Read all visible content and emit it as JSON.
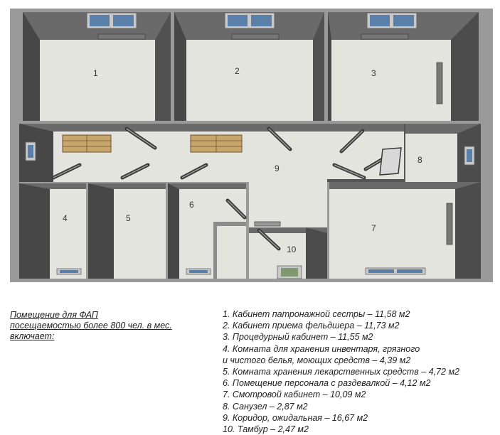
{
  "rooms": [
    {
      "number": "1"
    },
    {
      "number": "2"
    },
    {
      "number": "3"
    },
    {
      "number": "4"
    },
    {
      "number": "5"
    },
    {
      "number": "6"
    },
    {
      "number": "7"
    },
    {
      "number": "8"
    },
    {
      "number": "9"
    },
    {
      "number": "10"
    }
  ],
  "caption": {
    "line1": "Помещение для ФАП",
    "line2": "посещаемостью более 800 чел. в мес.",
    "line3": "включает:"
  },
  "legend": [
    {
      "lines": [
        "1. Кабинет патронажной сестры – 11,58 м2"
      ]
    },
    {
      "lines": [
        "2. Кабинет приема фельдшера – 11,73 м2"
      ]
    },
    {
      "lines": [
        "3. Процедурный кабинет – 11,55 м2"
      ]
    },
    {
      "lines": [
        "4. Комната для хранения инвентаря, грязного",
        "и чистого белья, моющих средств – 4,39 м2"
      ]
    },
    {
      "lines": [
        "5. Комната хранения лекарственных средств – 4,72 м2"
      ]
    },
    {
      "lines": [
        "6. Помещение персонала с раздевалкой – 4,12 м2"
      ]
    },
    {
      "lines": [
        "7. Смотровой кабинет – 10,09 м2"
      ]
    },
    {
      "lines": [
        "8. Санузел – 2,87 м2"
      ]
    },
    {
      "lines": [
        "9. Коридор, ожидальная – 16,67 м2"
      ]
    },
    {
      "lines": [
        "10. Тамбур – 2,47 м2"
      ]
    }
  ]
}
